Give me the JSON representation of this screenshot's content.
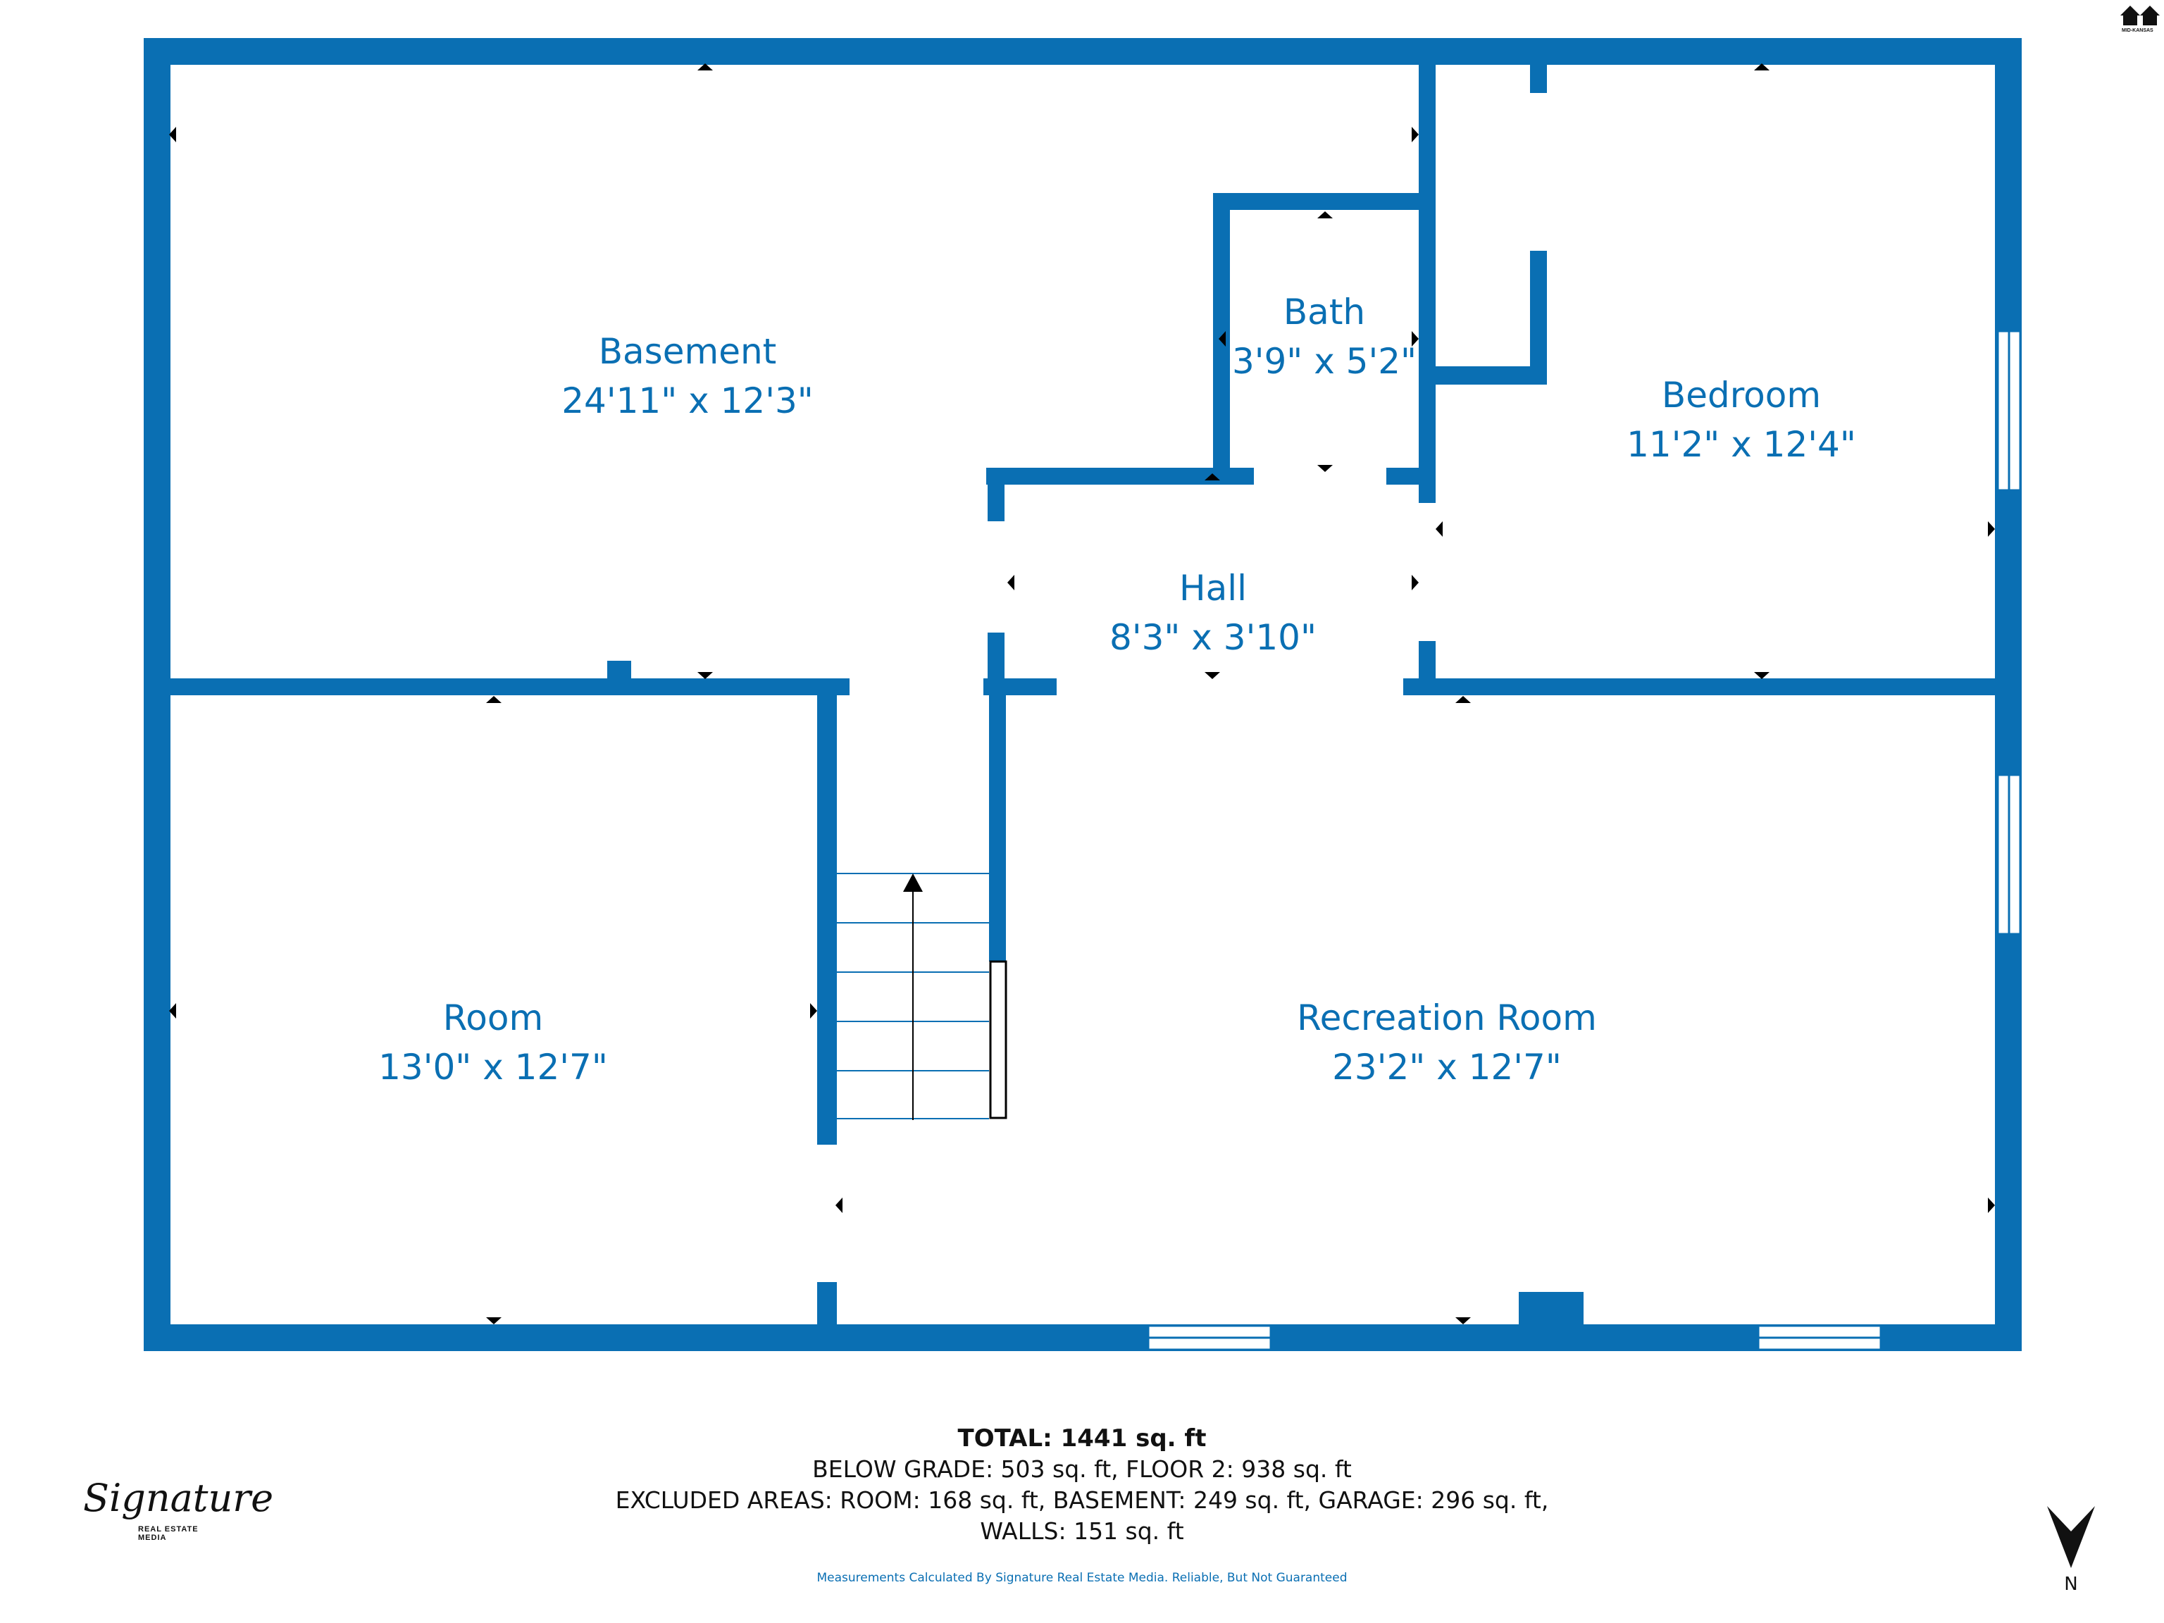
{
  "rooms": [
    {
      "name": "Basement",
      "dims": "24'11\" x 12'3\""
    },
    {
      "name": "Bath",
      "dims": "3'9\" x 5'2\""
    },
    {
      "name": "Bedroom",
      "dims": "11'2\" x 12'4\""
    },
    {
      "name": "Hall",
      "dims": "8'3\" x 3'10\""
    },
    {
      "name": "Room",
      "dims": "13'0\" x 12'7\""
    },
    {
      "name": "Recreation Room",
      "dims": "23'2\" x 12'7\""
    }
  ],
  "summary": {
    "total_label": "TOTAL:",
    "total_value": "1441 sq. ft",
    "line1": "BELOW GRADE: 503 sq. ft, FLOOR 2: 938 sq. ft",
    "line2": "EXCLUDED AREAS: ROOM: 168 sq. ft, BASEMENT: 249 sq. ft, GARAGE: 296 sq. ft,",
    "line3": "WALLS: 151 sq. ft",
    "disclaimer": "Measurements Calculated By Signature Real Estate Media. Reliable, But Not Guaranteed"
  },
  "branding": {
    "logo_script": "Signature",
    "logo_sub": "REAL ESTATE MEDIA",
    "corner_logo": "MID-KANSAS"
  },
  "compass": {
    "label": "N",
    "icon": "north-arrow-icon"
  },
  "colors": {
    "wall": "#0a6fb3",
    "text": "#0a6fb3"
  }
}
